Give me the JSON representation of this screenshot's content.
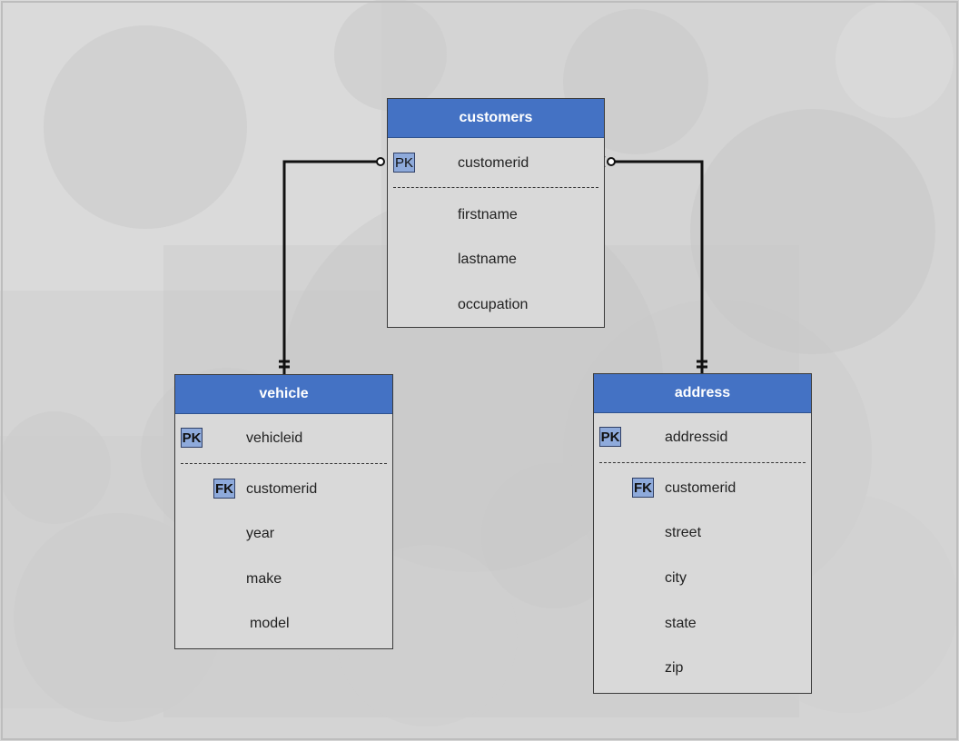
{
  "entities": {
    "customers": {
      "title": "customers",
      "pk": {
        "badge": "PK",
        "name": "customerid"
      },
      "fields": [
        "firstname",
        "lastname",
        "occupation"
      ]
    },
    "vehicle": {
      "title": "vehicle",
      "pk": {
        "badge": "PK",
        "name": "vehicleid"
      },
      "fk": {
        "badge": "FK",
        "name": "customerid"
      },
      "fields": [
        "year",
        "make",
        "model"
      ]
    },
    "address": {
      "title": "address",
      "pk": {
        "badge": "PK",
        "name": "addressid"
      },
      "fk": {
        "badge": "FK",
        "name": "customerid"
      },
      "fields": [
        "street",
        "city",
        "state",
        "zip"
      ]
    }
  },
  "relationships": [
    {
      "from": "vehicle",
      "to": "customers",
      "from_cardinality": "one-and-only-one",
      "to_cardinality": "zero-or-many"
    },
    {
      "from": "address",
      "to": "customers",
      "from_cardinality": "one-and-only-one",
      "to_cardinality": "zero-or-many"
    }
  ],
  "colors": {
    "header": "#4472c4",
    "body": "#d9d9d9",
    "badge": "#8eaadb",
    "background": "#d6d6d6"
  }
}
